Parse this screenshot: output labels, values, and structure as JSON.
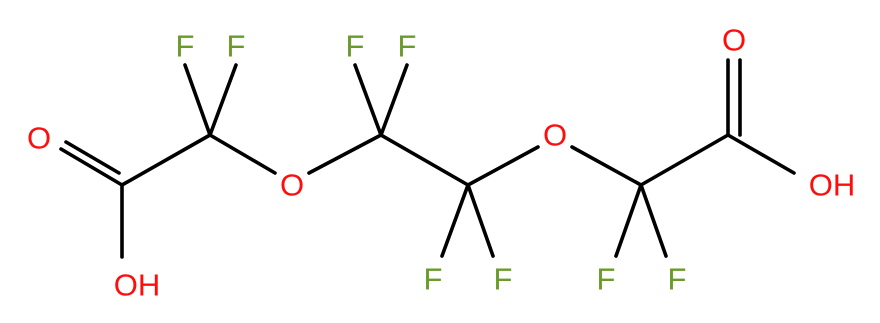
{
  "molecule": {
    "colors": {
      "F": "#6a9a2a",
      "O": "#ff0d0d",
      "bond": "#000000"
    },
    "atoms": [
      {
        "id": "F1",
        "label": "F"
      },
      {
        "id": "F2",
        "label": "F"
      },
      {
        "id": "F3",
        "label": "F"
      },
      {
        "id": "F4",
        "label": "F"
      },
      {
        "id": "O1",
        "label": "O"
      },
      {
        "id": "O2",
        "label": "O"
      },
      {
        "id": "O3",
        "label": "O"
      },
      {
        "id": "O4",
        "label": "O"
      },
      {
        "id": "OH1",
        "label": "OH"
      },
      {
        "id": "OH2",
        "label": "OH"
      },
      {
        "id": "F5",
        "label": "F"
      },
      {
        "id": "F6",
        "label": "F"
      },
      {
        "id": "F7",
        "label": "F"
      },
      {
        "id": "F8",
        "label": "F"
      }
    ]
  }
}
